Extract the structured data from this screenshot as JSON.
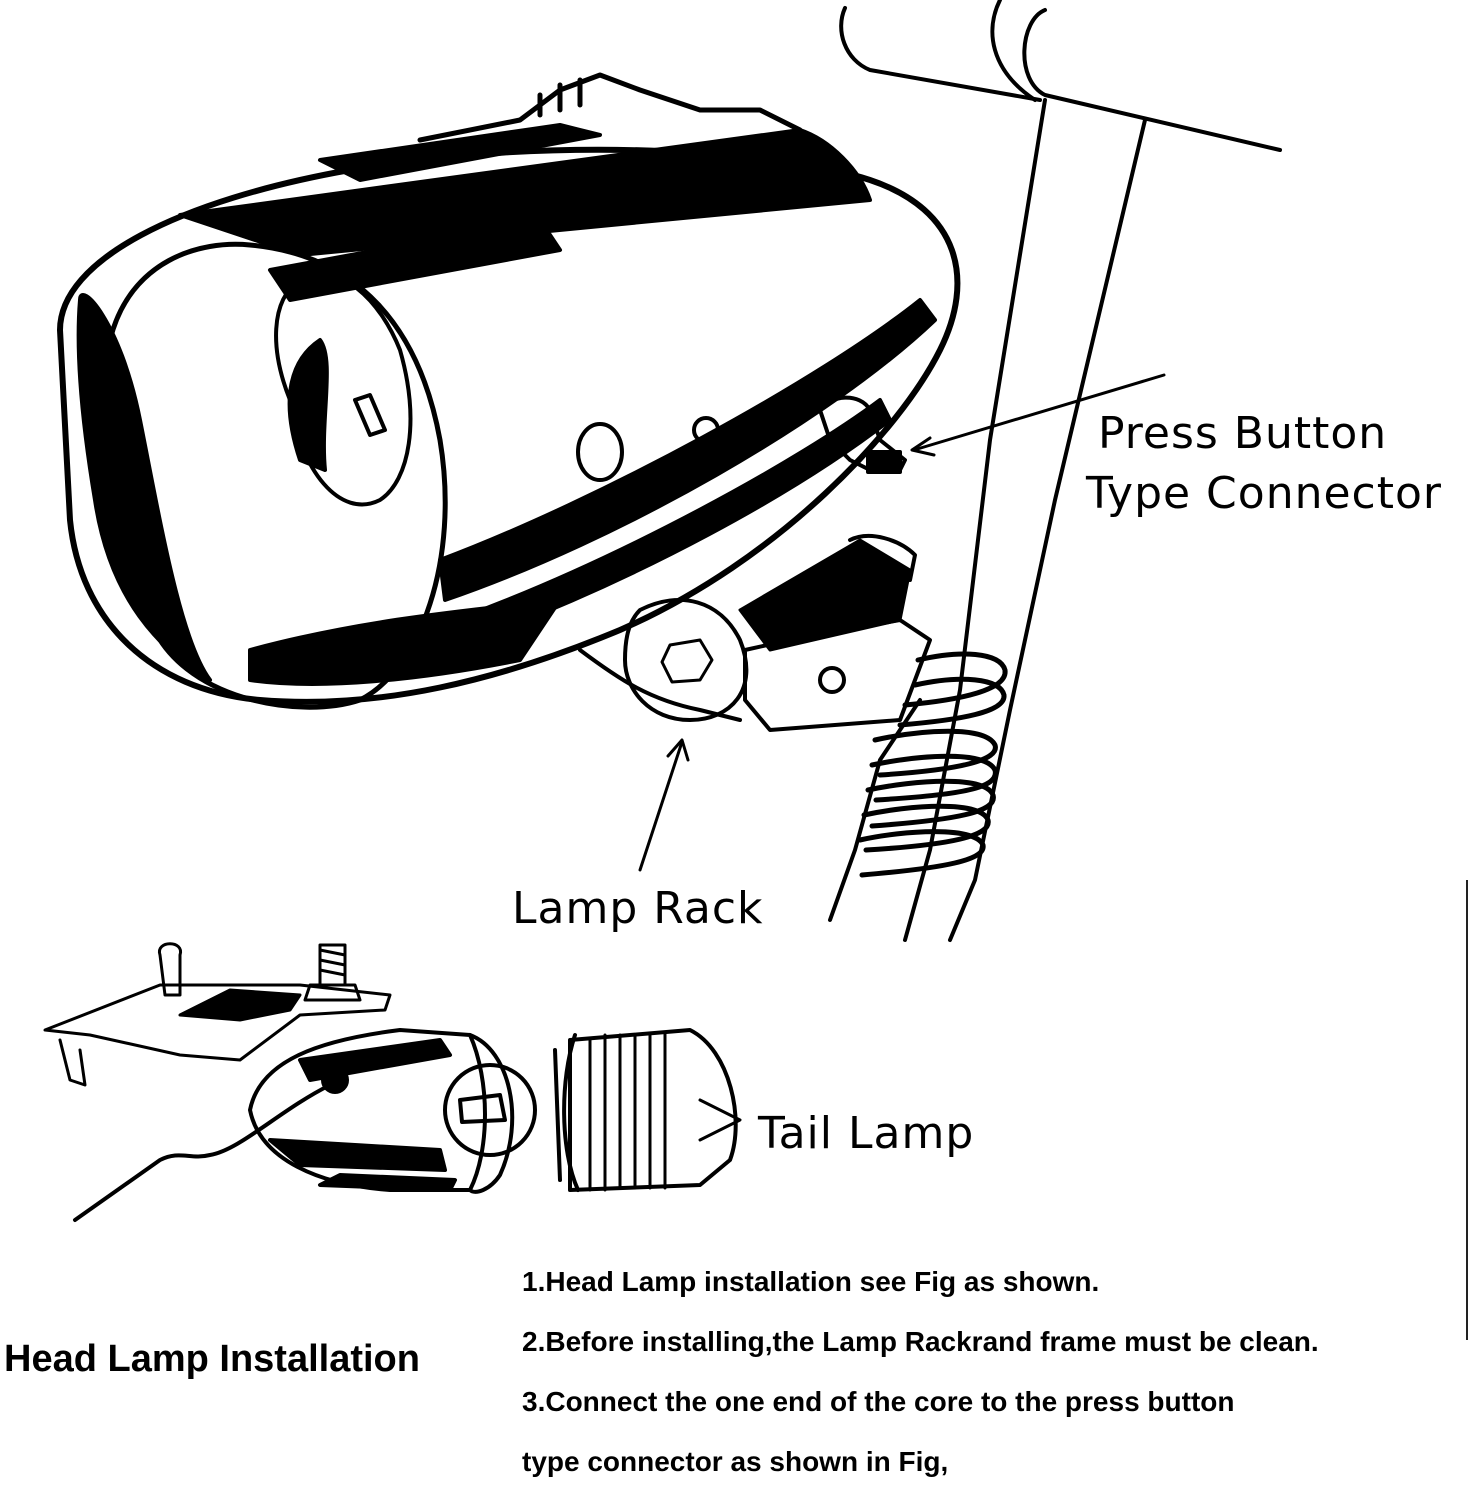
{
  "labels": {
    "press_button": "Press Button",
    "type_connector": "Type Connector",
    "lamp_rack": "Lamp Rack",
    "tail_lamp": "Tail Lamp"
  },
  "section_title": "Head Lamp Installation",
  "steps": [
    "1.Head Lamp installation see Fig as shown.",
    "2.Before installing,the Lamp Rackrand frame must be clean.",
    "3.Connect the one end of the core to the press button",
    "type connector as shown in Fig,"
  ],
  "colors": {
    "ink": "#000000",
    "paper": "#ffffff"
  }
}
